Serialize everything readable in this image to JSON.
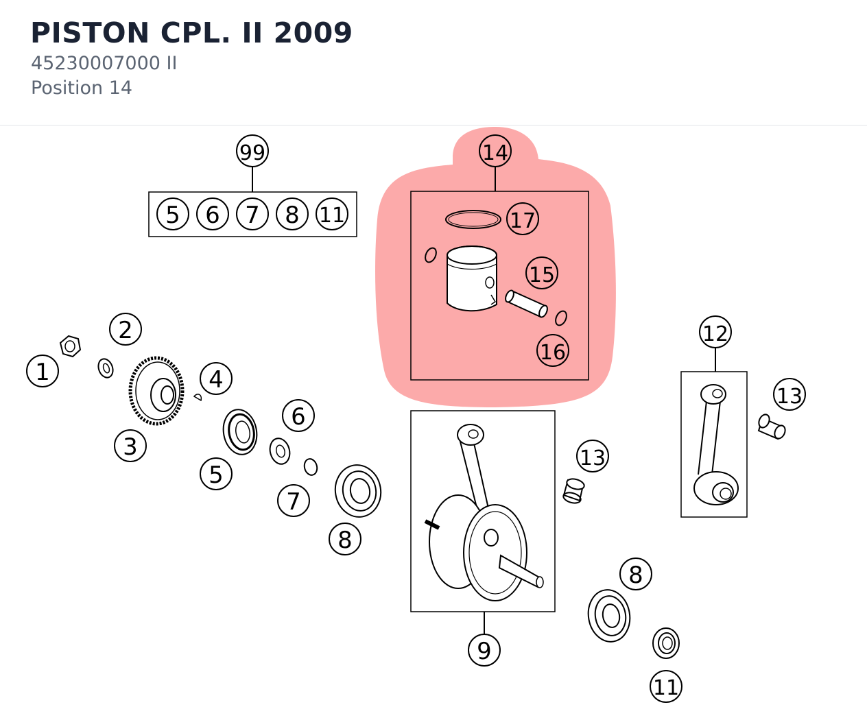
{
  "header": {
    "title": "PISTON CPL. II 2009",
    "part_number": "45230007000 II",
    "position": "Position 14"
  },
  "diagram": {
    "highlight_color": "#fb9b9b",
    "highlight_callout": "14",
    "callouts": {
      "c1": "1",
      "c2": "2",
      "c3": "3",
      "c4": "4",
      "c5": "5",
      "c6": "6",
      "c7": "7",
      "c8": "8",
      "c9": "9",
      "c12": "12",
      "c13a": "13",
      "c13b": "13",
      "c14": "14",
      "c15": "15",
      "c16": "16",
      "c17": "17",
      "c99": "99",
      "kit5": "5",
      "kit6": "6",
      "kit7": "7",
      "kit8": "8",
      "kit11": "11",
      "c8b": "8",
      "c11b": "11"
    }
  }
}
